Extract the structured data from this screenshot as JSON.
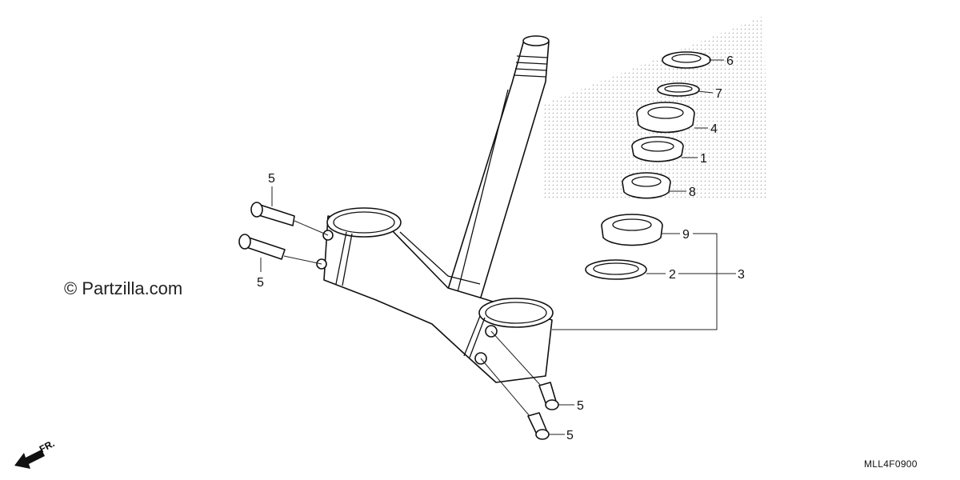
{
  "diagram": {
    "copyright": "© Partzilla.com",
    "diagram_code": "MLL4F0900",
    "front_arrow_label": "FR.",
    "callouts": [
      {
        "id": "callout-6",
        "label": "6"
      },
      {
        "id": "callout-7",
        "label": "7"
      },
      {
        "id": "callout-4",
        "label": "4"
      },
      {
        "id": "callout-1",
        "label": "1"
      },
      {
        "id": "callout-8",
        "label": "8"
      },
      {
        "id": "callout-9",
        "label": "9"
      },
      {
        "id": "callout-2",
        "label": "2"
      },
      {
        "id": "callout-3",
        "label": "3"
      },
      {
        "id": "callout-5-top",
        "label": "5"
      },
      {
        "id": "callout-5-left",
        "label": "5"
      },
      {
        "id": "callout-5-bolt-a",
        "label": "5"
      },
      {
        "id": "callout-5-bolt-b",
        "label": "5"
      }
    ]
  }
}
